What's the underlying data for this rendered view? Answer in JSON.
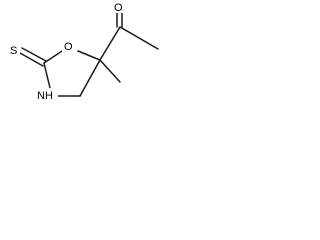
{
  "molecule": {
    "atoms": {
      "sulfur": "S",
      "ring_oxygen": "O",
      "ring_nitrogen": "NH",
      "carbonyl_oxygen": "O"
    },
    "colors": {
      "bond": "#1a1a1a",
      "label": "#000000",
      "background": "#ffffff"
    }
  }
}
